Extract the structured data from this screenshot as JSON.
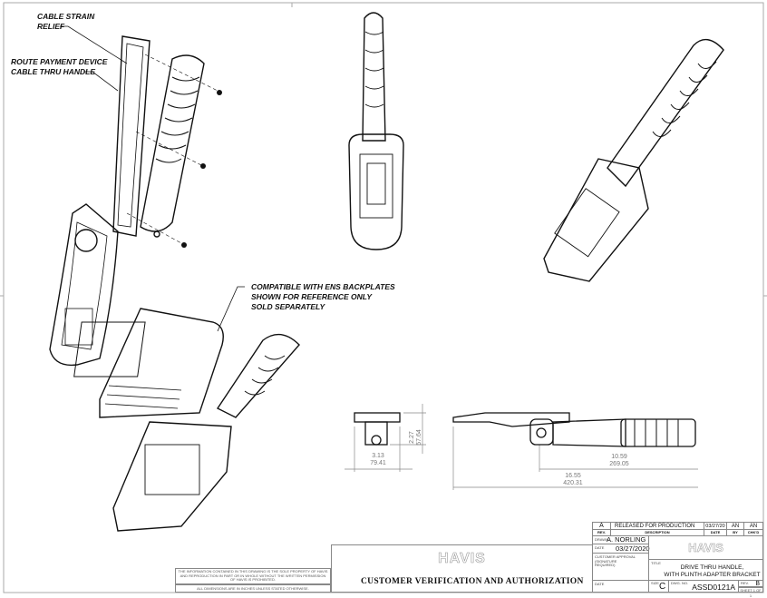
{
  "notes": {
    "strain_relief": [
      "CABLE STRAIN",
      "RELIEF"
    ],
    "route_cable": [
      "ROUTE PAYMENT DEVICE",
      "CABLE THRU HANDLE"
    ],
    "compatible": [
      "COMPATIBLE WITH ENS BACKPLATES",
      "SHOWN FOR REFERENCE ONLY",
      "SOLD SEPARATELY"
    ]
  },
  "dimensions": {
    "front_width": {
      "in": "3.13",
      "mm": "79.41"
    },
    "front_height": {
      "in": "2.27",
      "mm": "57.64"
    },
    "side_handle": {
      "in": "10.59",
      "mm": "269.05"
    },
    "side_total": {
      "in": "16.55",
      "mm": "420.31"
    }
  },
  "title_block": {
    "revision_row": {
      "rev": "A",
      "description": "RELEASED FOR PRODUCTION",
      "date": "03/27/20",
      "by": "AN",
      "chkd": "AN"
    },
    "rev_headers": {
      "rev": "REV.",
      "description": "DESCRIPTION",
      "date": "DATE",
      "by": "BY",
      "chkd": "CHK'D"
    },
    "drawn_label": "DRAWN",
    "drawn_by": "A. NORLING",
    "date_label": "DATE",
    "date": "03/27/2020",
    "customer_approval_label": "CUSTOMER APPROVAL (SIGNATURE REQUIRED)",
    "date2_label": "DATE",
    "logo": "HAVIS",
    "title_label": "TITLE",
    "title_line1": "DRIVE THRU HANDLE,",
    "title_line2": "WITH PLINTH ADAPTER BRACKET",
    "size_label": "SIZE",
    "size": "C",
    "dwg_label": "DWG. NO.",
    "dwg_no": "ASSD0121A",
    "rev_label": "REV.",
    "rev": "B",
    "sheet": "SHEET 1 OF 1"
  },
  "verification": {
    "logo": "HAVIS",
    "title": "CUSTOMER VERIFICATION AND AUTHORIZATION"
  },
  "disclaimer": {
    "property": "THE INFORMATION CONTAINED IN THIS DRAWING IS THE SOLE PROPERTY OF HAVIS AND REPRODUCTION IN PART OR IN WHOLE WITHOUT THE WRITTEN PERMISSION OF HAVIS IS PROHIBITED.",
    "units": "ALL DIMENSIONS ARE IN INCHES UNLESS STATED OTHERWISE."
  }
}
